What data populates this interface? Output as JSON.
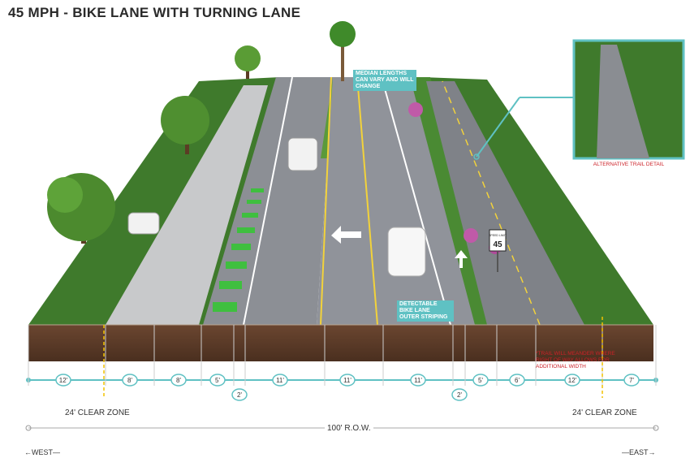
{
  "title": "45 MPH - BIKE LANE WITH TURNING LANE",
  "callouts": {
    "median": "MEDIAN LENGTHS CAN VARY AND WILL CHANGE",
    "bike_striping": "DETECTABLE BIKE LANE OUTER STRIPING",
    "alt_trail": "ALTERNATIVE TRAIL DETAIL",
    "trail_note": "*TRAIL WILL MEANDER WHERE RIGHT OF WAY ALLOWS FOR ADDITIONAL WIDTH"
  },
  "speed_sign": {
    "top": "SPEED LIMIT",
    "value": "45"
  },
  "dimensions": [
    {
      "label": "12'"
    },
    {
      "label": "8'"
    },
    {
      "label": "8'"
    },
    {
      "label": "5'"
    },
    {
      "label": "2'"
    },
    {
      "label": "11'"
    },
    {
      "label": "11'"
    },
    {
      "label": "11'"
    },
    {
      "label": "2'"
    },
    {
      "label": "5'"
    },
    {
      "label": "6'"
    },
    {
      "label": "12'"
    },
    {
      "label": "7'"
    }
  ],
  "clear_zone_left": "24' CLEAR ZONE",
  "clear_zone_right": "24' CLEAR ZONE",
  "row_label": "100' R.O.W.",
  "west_label": "WEST",
  "east_label": "EAST",
  "colors": {
    "teal": "#5fc1c3",
    "grass": "#3f7a2c",
    "asphalt": "#8c8f95",
    "bike_green": "#3fbf3f",
    "soil": "#5a3a25",
    "red_note": "#cc2027"
  }
}
